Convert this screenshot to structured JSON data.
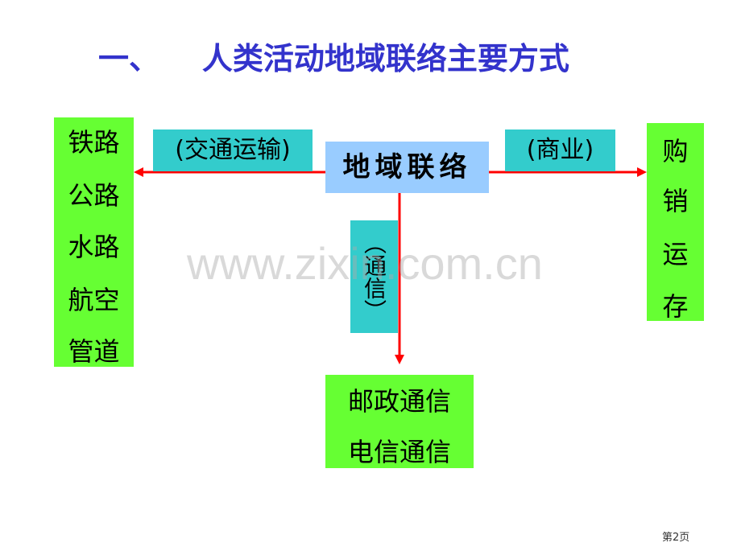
{
  "title": "一、    人类活动地域联络主要方式",
  "center": "地域联络",
  "transport_label": "(交通运输)",
  "commerce_label": "(商业)",
  "communication_label": "（通信）",
  "transport_modes": [
    "铁路",
    "公路",
    "水路",
    "航空",
    "管道"
  ],
  "commerce_items": [
    "购",
    "销",
    "运",
    "存"
  ],
  "communication_modes": [
    "邮政通信",
    "电信通信"
  ],
  "watermark": "www.zixin.com.cn",
  "page_number": "第2页",
  "colors": {
    "title": "#3333cc",
    "green": "#66ff33",
    "teal": "#33cccc",
    "center": "#99ccff",
    "arrow": "#ff0000"
  }
}
